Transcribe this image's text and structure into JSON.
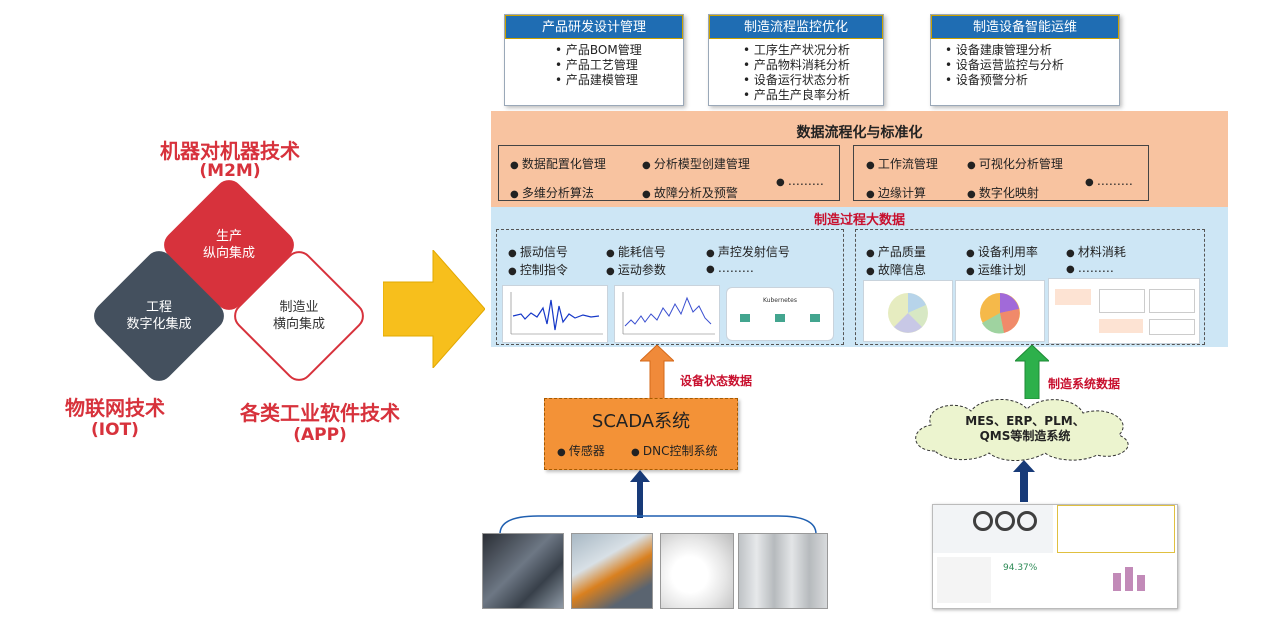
{
  "left": {
    "m2m_title": "机器对机器技术",
    "m2m_abbr": "(M2M)",
    "iot_title": "物联网技术",
    "iot_abbr": "(IOT)",
    "app_title": "各类工业软件技术",
    "app_abbr": "(APP)",
    "d_top": "生产\n纵向集成",
    "d_left": "工程\n数字化集成",
    "d_right": "制造业\n横向集成"
  },
  "top_cards": [
    {
      "title": "产品研发设计管理",
      "items": [
        "产品BOM管理",
        "产品工艺管理",
        "产品建模管理"
      ]
    },
    {
      "title": "制造流程监控优化",
      "items": [
        "工序生产状况分析",
        "产品物料消耗分析",
        "设备运行状态分析",
        "产品生产良率分析"
      ]
    },
    {
      "title": "制造设备智能运维",
      "items": [
        "设备建康管理分析",
        "设备运营监控与分析",
        "设备预警分析"
      ]
    }
  ],
  "standard": {
    "title": "数据流程化与标准化",
    "left": [
      "数据配置化管理",
      "分析模型创建管理",
      "多维分析算法",
      "故障分析及预警",
      "………"
    ],
    "right": [
      "工作流管理",
      "可视化分析管理",
      "边缘计算",
      "数字化映射",
      "………"
    ]
  },
  "bigdata": {
    "title": "制造过程大数据",
    "left": [
      "振动信号",
      "能耗信号",
      "声控发射信号",
      "控制指令",
      "运动参数",
      "………"
    ],
    "right": [
      "产品质量",
      "设备利用率",
      "材料消耗",
      "故障信息",
      "运维计划",
      "………"
    ],
    "kube_label": "Kubernetes"
  },
  "scada": {
    "title": "SCADA系统",
    "items": [
      "传感器",
      "DNC控制系统"
    ],
    "arrow_label": "设备状态数据"
  },
  "mes": {
    "text": "MES、ERP、PLM、QMS等制造系统",
    "arrow_label": "制造系统数据",
    "dash_value": "94.37%"
  },
  "colors": {
    "red": "#d7323c",
    "dark": "#44505e",
    "blue_header": "#1f6db3",
    "orange": "#f39237",
    "green": "#2db04b",
    "navy": "#173a78"
  }
}
